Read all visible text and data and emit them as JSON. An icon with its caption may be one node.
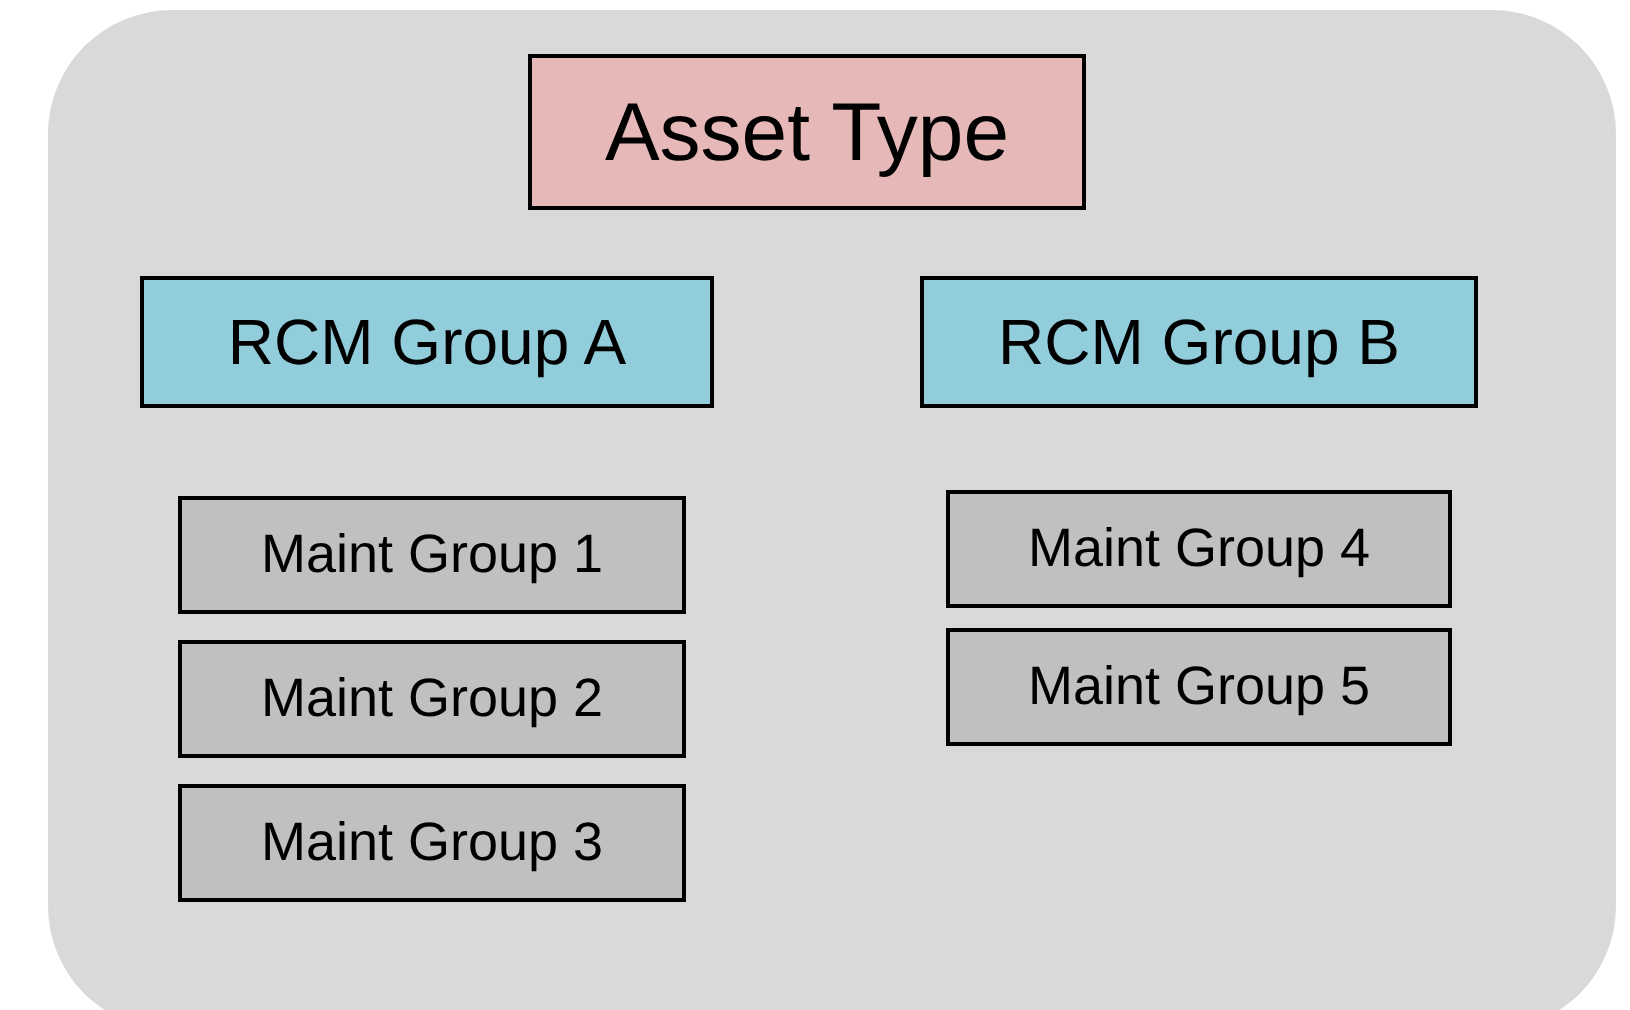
{
  "diagram": {
    "nodes": [
      {
        "text": [],
        "shape": "box"
      },
      {
        "text": [
          "Asset Type"
        ],
        "in": 0
      },
      {
        "text": [
          "RCM Group A"
        ],
        "in": 0
      },
      {
        "text": [
          "RCM Group B"
        ],
        "in": 0
      },
      {
        "text": [
          "Maint Group 1"
        ],
        "in": 0
      },
      {
        "text": [
          "Maint Group 2"
        ],
        "in": 0
      },
      {
        "text": [
          "Maint Group 3"
        ],
        "in": 0
      },
      {
        "text": [
          "Maint Group 4"
        ],
        "in": 0
      },
      {
        "text": [
          "Maint Group 5"
        ],
        "in": 0
      }
    ]
  }
}
